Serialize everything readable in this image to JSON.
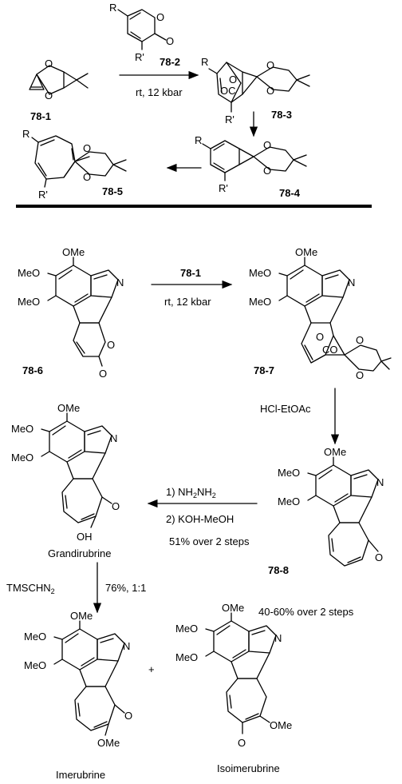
{
  "top_scheme": {
    "compounds": {
      "c1": "78-1",
      "c2": "78-2",
      "c3": "78-3",
      "c4": "78-4",
      "c5": "78-5"
    },
    "substituents": {
      "r": "R",
      "rp": "R'"
    },
    "atoms": {
      "o": "O",
      "oc": "OC"
    },
    "conditions": "rt, 12 kbar"
  },
  "bottom_scheme": {
    "compounds": {
      "c6": "78-6",
      "c7": "78-7",
      "c8": "78-8",
      "c1": "78-1"
    },
    "groups": {
      "ome": "OMe",
      "meo": "MeO",
      "n": "N",
      "o": "O",
      "oh": "OH",
      "co": "CO"
    },
    "conditions": {
      "step1": "rt, 12 kbar",
      "step2": "HCl-EtOAc",
      "step3_a": "1) NH",
      "step3_a_sub1": "2",
      "step3_a_mid": "NH",
      "step3_a_sub2": "2",
      "step3_b": "2) KOH-MeOH",
      "step3_c": "51% over 2 steps",
      "yield_78_8": "40-60% over 2 steps",
      "step4": "TMSCHN",
      "step4_sub": "2",
      "step4_yield": "76%, 1:1",
      "plus": "+"
    },
    "names": {
      "grandirubrine": "Grandirubrine",
      "imerubrine": "Imerubrine",
      "isoimerubrine": "Isoimerubrine"
    }
  }
}
